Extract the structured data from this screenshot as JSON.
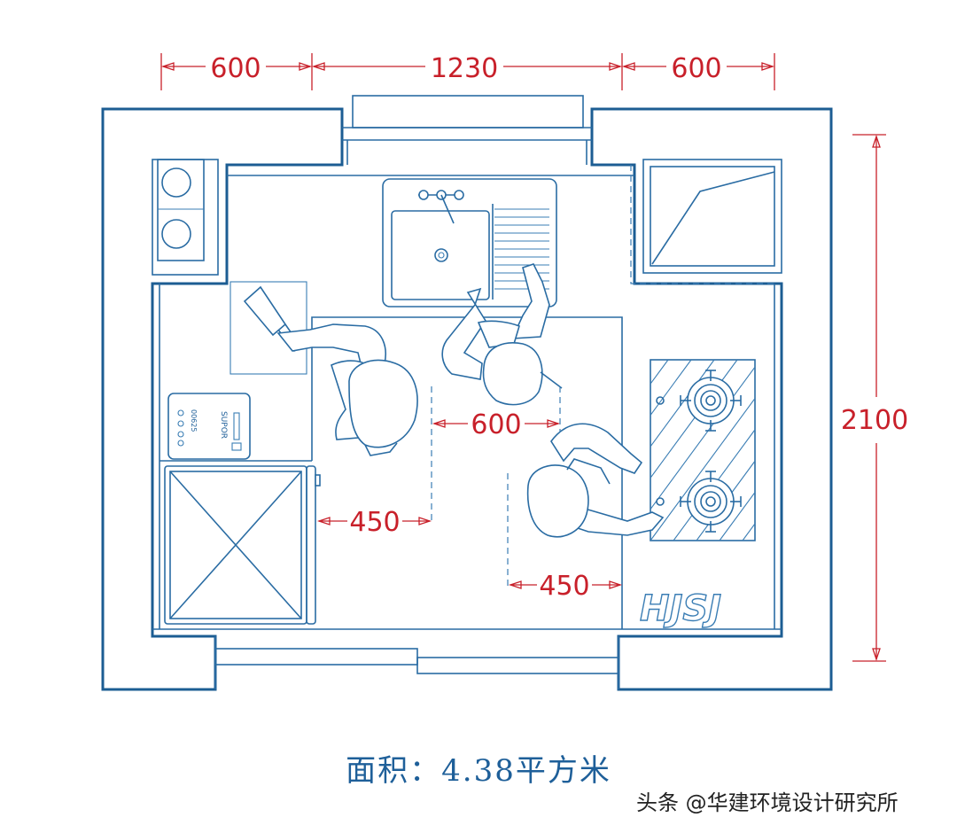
{
  "dimensions": {
    "top_left": "600",
    "top_middle": "1230",
    "top_right": "600",
    "right_height": "2100",
    "aisle_width": "600",
    "clearance_left": "450",
    "clearance_right": "450"
  },
  "appliance": {
    "brand": "SUPOR",
    "panel_code": "00625"
  },
  "logo": "HJSJ",
  "caption": "面积：4.38平方米",
  "watermark": "头条 @华建环境设计研究所",
  "colors": {
    "wall": "#1c5d93",
    "line": "#2a6ca3",
    "dimension": "#c8202a"
  }
}
